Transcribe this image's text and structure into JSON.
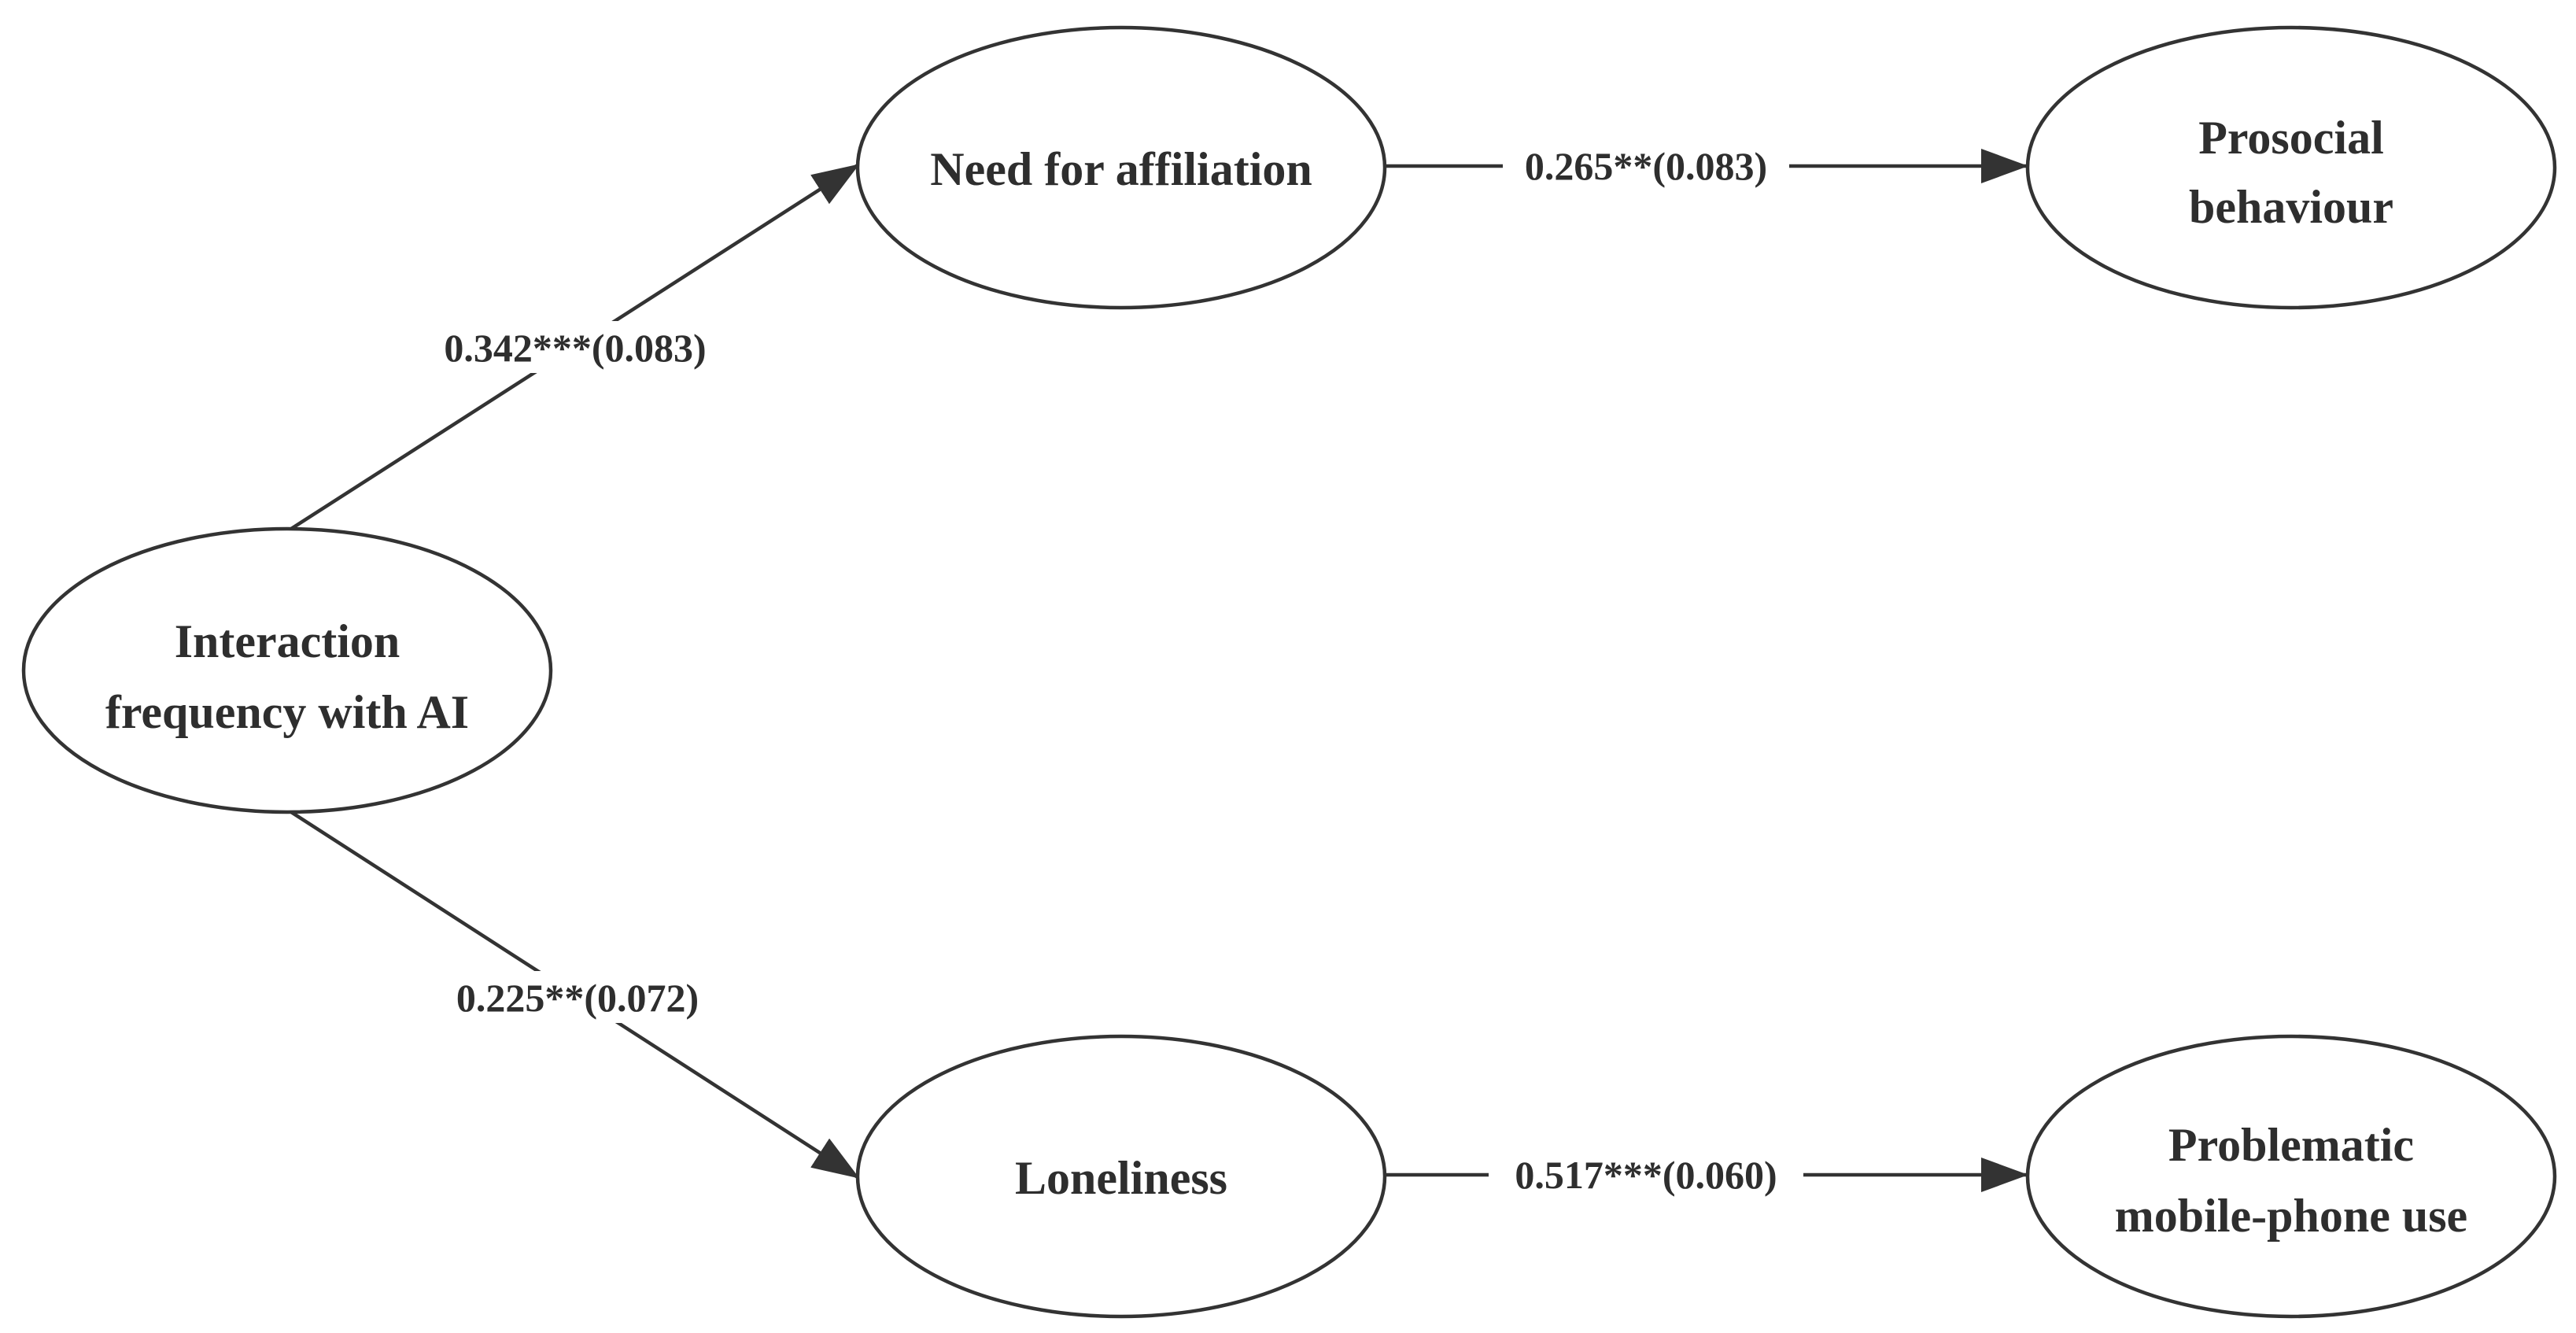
{
  "nodes": {
    "interaction": {
      "lines": [
        "Interaction",
        "frequency with AI"
      ]
    },
    "affiliation": {
      "lines": [
        "Need for affiliation"
      ]
    },
    "prosocial": {
      "lines": [
        "Prosocial",
        "behaviour"
      ]
    },
    "loneliness": {
      "lines": [
        "Loneliness"
      ]
    },
    "phone_use": {
      "lines": [
        "Problematic",
        "mobile-phone use"
      ]
    }
  },
  "edges": {
    "interaction_to_affiliation": {
      "label": "0.342***(0.083)"
    },
    "affiliation_to_prosocial": {
      "label": "0.265**(0.083)"
    },
    "interaction_to_loneliness": {
      "label": "0.225**(0.072)"
    },
    "loneliness_to_phone_use": {
      "label": "0.517***(0.060)"
    }
  },
  "colors": {
    "stroke": "#333333",
    "text": "#2e2e2e",
    "background": "#ffffff"
  }
}
